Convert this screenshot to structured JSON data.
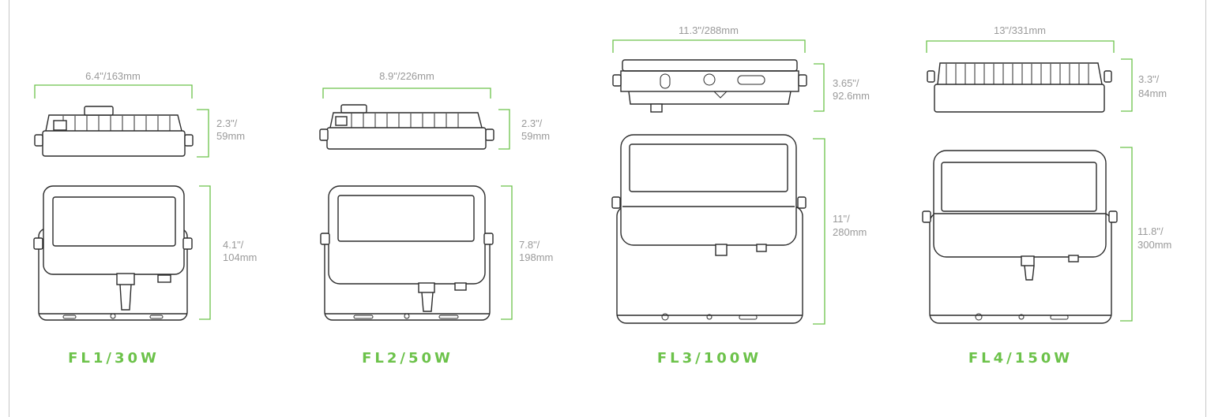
{
  "colors": {
    "accent": "#6cc24a",
    "dimension_text": "#9a9a9a",
    "outline": "#2b2b2b"
  },
  "products": [
    {
      "model": "FL1/30W",
      "width": "6.4\"/163mm",
      "side_height": [
        "2.3\"/",
        "59mm"
      ],
      "front_height": [
        "4.1\"/",
        "104mm"
      ]
    },
    {
      "model": "FL2/50W",
      "width": "8.9\"/226mm",
      "side_height": [
        "2.3\"/",
        "59mm"
      ],
      "front_height": [
        "7.8\"/",
        "198mm"
      ]
    },
    {
      "model": "FL3/100W",
      "width": "11.3\"/288mm",
      "side_height": [
        "3.65\"/",
        "92.6mm"
      ],
      "front_height": [
        "11\"/",
        "280mm"
      ]
    },
    {
      "model": "FL4/150W",
      "width": "13\"/331mm",
      "side_height": [
        "3.3\"/",
        "84mm"
      ],
      "front_height": [
        "11.8\"/",
        "300mm"
      ]
    }
  ]
}
